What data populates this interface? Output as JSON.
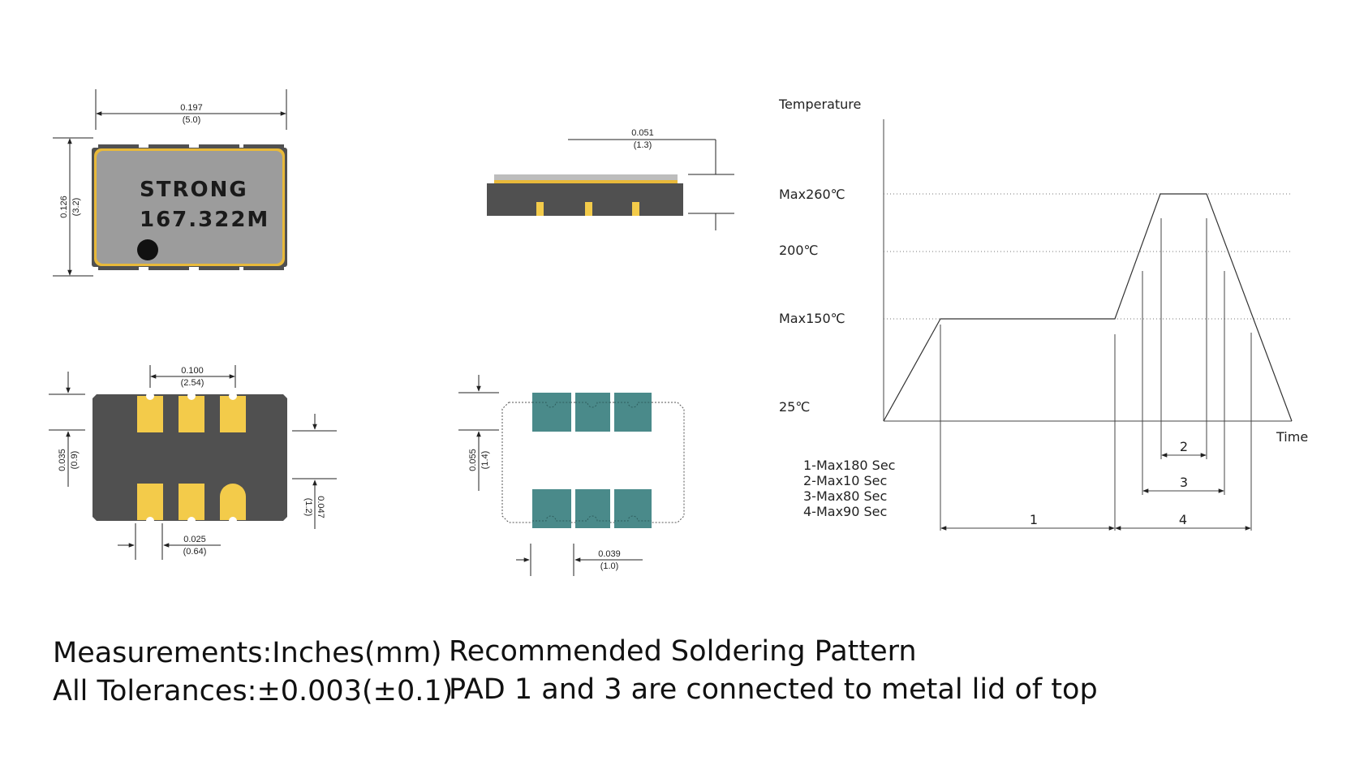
{
  "top_view": {
    "width_in": "0.197",
    "width_mm": "(5.0)",
    "height_in": "0.126",
    "height_mm": "(3.2)",
    "marking_line1": "STRONG",
    "marking_line2": "167.322M"
  },
  "side_view": {
    "thickness_in": "0.051",
    "thickness_mm": "(1.3)"
  },
  "bottom_view": {
    "pitch_in": "0.100",
    "pitch_mm": "(2.54)",
    "pad_h_in": "0.035",
    "pad_h_mm": "(0.9)",
    "gap_in": "0.047",
    "gap_mm": "(1.2)",
    "pad_w_in": "0.025",
    "pad_w_mm": "(0.64)"
  },
  "land_pattern": {
    "pad_h_in": "0.055",
    "pad_h_mm": "(1.4)",
    "pad_w_in": "0.039",
    "pad_w_mm": "(1.0)"
  },
  "reflow": {
    "y_label": "Temperature",
    "x_label": "Time",
    "levels": [
      "Max260℃",
      "200℃",
      "Max150℃",
      "25℃"
    ],
    "legend": [
      "1-Max180 Sec",
      "2-Max10 Sec",
      "3-Max80 Sec",
      "4-Max90 Sec"
    ],
    "markers": [
      "1",
      "2",
      "3",
      "4"
    ],
    "colors": {
      "pad": "#f3cb4a",
      "body": "#505050",
      "land": "#4a8a8a",
      "lid": "#9c9c9c"
    }
  },
  "notes": {
    "measurements": "Measurements:Inches(mm)",
    "tolerances": "All Tolerances:±0.003(±0.1)",
    "pattern_title": "Recommended Soldering Pattern",
    "pattern_note": "PAD 1 and 3 are connected to metal lid of top"
  }
}
